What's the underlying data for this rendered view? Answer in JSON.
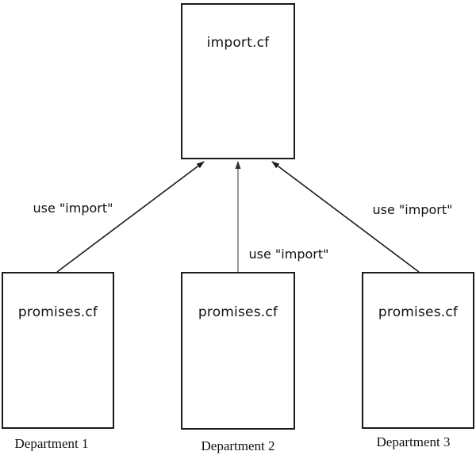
{
  "diagram": {
    "background_color": "#ffffff",
    "line_color": "#1a1a1a",
    "center_line_color": "#999999",
    "center_arrowhead_color": "#333333",
    "nodes": {
      "import": {
        "label": "import.cf"
      },
      "dept1": {
        "label": "promises.cf",
        "caption": "Department 1"
      },
      "dept2": {
        "label": "promises.cf",
        "caption": "Department 2"
      },
      "dept3": {
        "label": "promises.cf",
        "caption": "Department 3"
      }
    },
    "edges": [
      {
        "from": "dept1",
        "to": "import",
        "label": "use \"import\""
      },
      {
        "from": "dept2",
        "to": "import",
        "label": "use \"import\""
      },
      {
        "from": "dept3",
        "to": "import",
        "label": "use \"import\""
      }
    ]
  }
}
